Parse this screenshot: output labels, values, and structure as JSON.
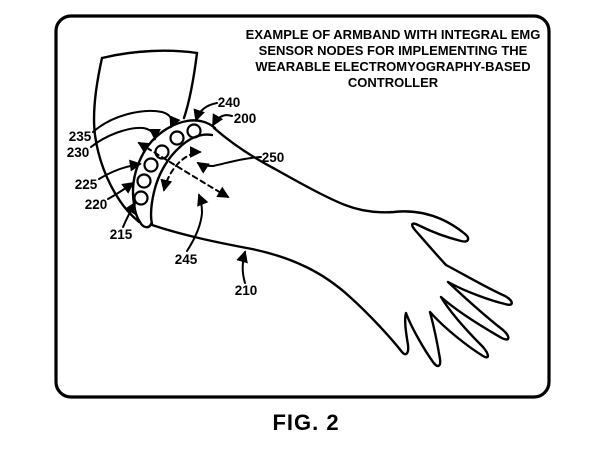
{
  "figure": {
    "header": {
      "lines": [
        "EXAMPLE OF ARMBAND WITH INTEGRAL EMG",
        "SENSOR NODES FOR IMPLEMENTING THE",
        "WEARABLE ELECTROMYOGRAPHY-BASED",
        "CONTROLLER"
      ]
    },
    "caption": "FIG. 2",
    "labels": {
      "n200": "200",
      "n210": "210",
      "n215": "215",
      "n220": "220",
      "n225": "225",
      "n230": "230",
      "n235": "235",
      "n240": "240",
      "n245": "245",
      "n250": "250"
    },
    "colors": {
      "ink": "#000000",
      "background": "#ffffff"
    }
  }
}
